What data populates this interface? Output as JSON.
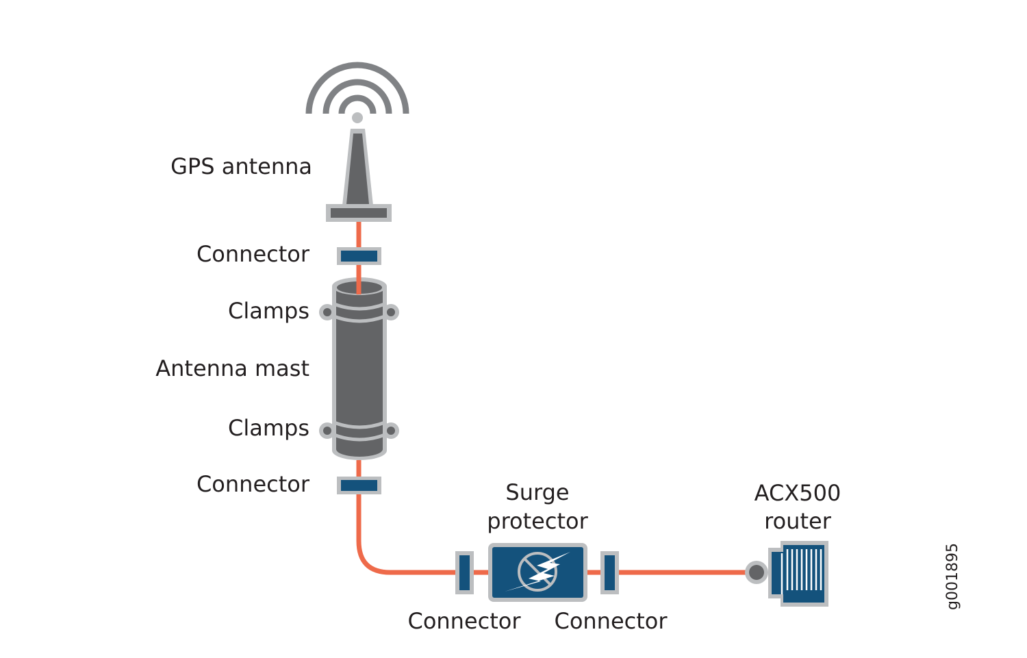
{
  "diagram": {
    "type": "GPS antenna installation chain",
    "colors": {
      "cable": "#ee6a4a",
      "outline": "#bcbec0",
      "dark_gray": "#636466",
      "arc_gray": "#808285",
      "connector_blue": "#14527c",
      "text": "#231f20"
    },
    "labels": {
      "gps_antenna": "GPS antenna",
      "connector_top": "Connector",
      "clamps_top": "Clamps",
      "antenna_mast": "Antenna mast",
      "clamps_bottom": "Clamps",
      "connector_mid": "Connector",
      "surge_line1": "Surge",
      "surge_line2": "protector",
      "router_line1": "ACX500",
      "router_line2": "router",
      "connector_left": "Connector",
      "connector_right": "Connector"
    },
    "figure_id": "g001895"
  }
}
